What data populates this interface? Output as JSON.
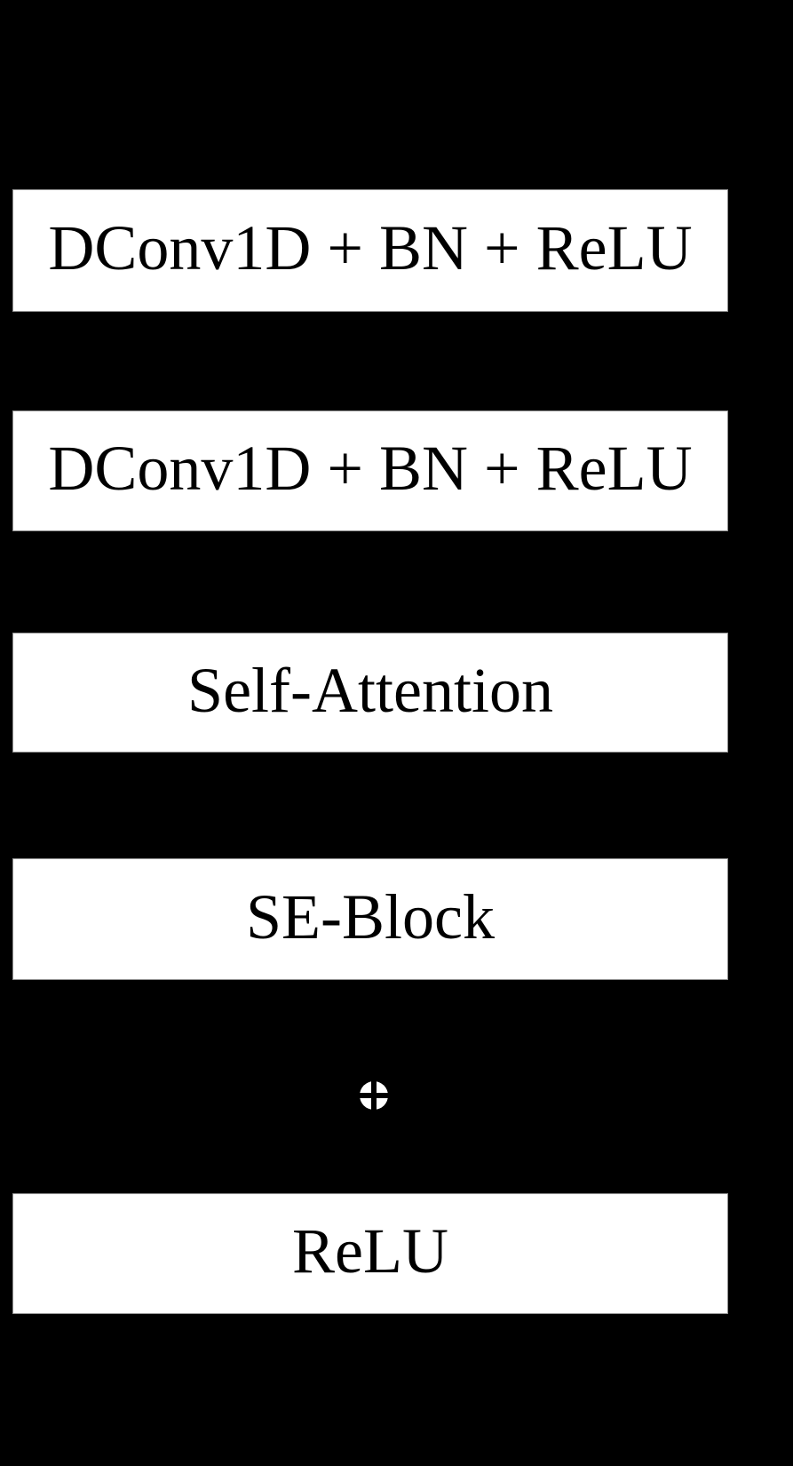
{
  "diagram": {
    "type": "neural-network-block-diagram",
    "background_color": "#000000",
    "block_fill_color": "#ffffff",
    "block_text_color": "#000000",
    "blocks": [
      {
        "label": "DConv1D + BN + ReLU"
      },
      {
        "label": "DConv1D + BN + ReLU"
      },
      {
        "label": "Self-Attention"
      },
      {
        "label": "SE-Block"
      },
      {
        "label": "ReLU"
      }
    ],
    "operator": {
      "icon": "circled-plus-icon",
      "symbol": "⊕"
    }
  }
}
